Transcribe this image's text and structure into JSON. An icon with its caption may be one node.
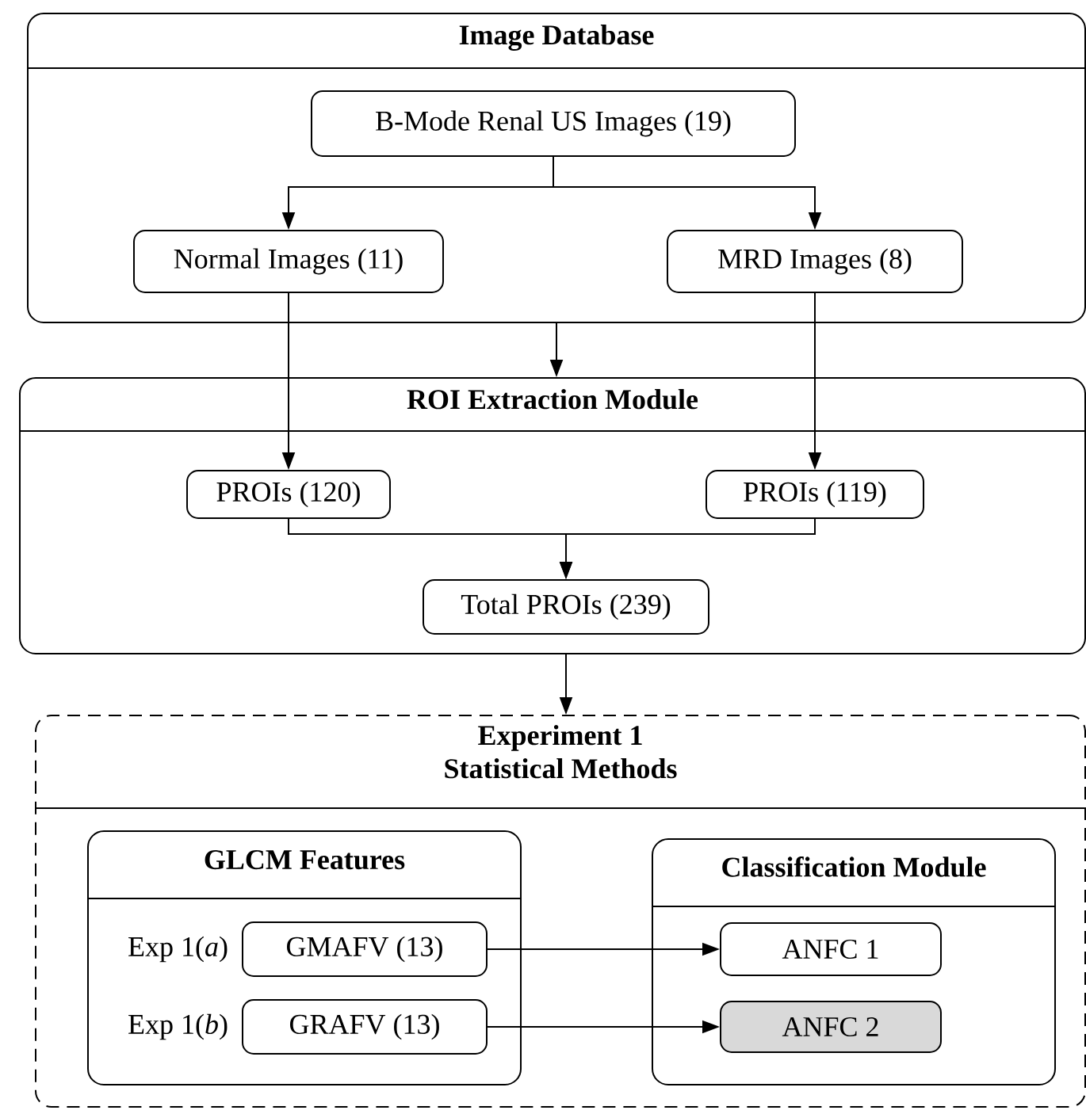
{
  "diagram": {
    "nodes": [
      {
        "text": [
          "Image Database"
        ]
      },
      {
        "text": [
          "B-Mode Renal US Images (19)"
        ],
        "in": 0
      },
      {
        "text": [
          "Normal Images (11)"
        ],
        "in": 0
      },
      {
        "text": [
          "MRD Images (8)"
        ],
        "in": 0
      },
      {
        "text": [
          "ROI Extraction Module"
        ]
      },
      {
        "text": [
          "PROIs (120)"
        ],
        "in": 4
      },
      {
        "text": [
          "PROIs (119)"
        ],
        "in": 4
      },
      {
        "text": [
          "Total PROIs (239)"
        ],
        "in": 4
      },
      {
        "text": [
          "Experiment 1 Statistical Methods"
        ]
      },
      {
        "text": [
          "GLCM Features"
        ],
        "in": 8
      },
      {
        "text": [
          "GMAFV (13)"
        ],
        "in": 9,
        "beside": [
          "Exp 1(*a*)"
        ]
      },
      {
        "text": [
          "GRAFV (13)"
        ],
        "in": 9,
        "beside": [
          "Exp 1(*b*)"
        ]
      },
      {
        "text": [
          "Classification Module"
        ],
        "in": 8
      },
      {
        "text": [
          "ANFC 1"
        ],
        "in": 12
      },
      {
        "text": [
          "ANFC 2"
        ],
        "in": 12
      }
    ],
    "edges": [
      {
        "from": 1,
        "to": 2,
        "arrow": "to"
      },
      {
        "from": 1,
        "to": 3,
        "arrow": "to"
      },
      {
        "from": 0,
        "to": 4,
        "arrow": "to"
      },
      {
        "from": 2,
        "to": 5,
        "arrow": "to"
      },
      {
        "from": 3,
        "to": 6,
        "arrow": "to"
      },
      {
        "from": 5,
        "to": 7,
        "arrow": "to"
      },
      {
        "from": 6,
        "to": 7,
        "arrow": "to"
      },
      {
        "from": 4,
        "to": 8,
        "arrow": "to"
      },
      {
        "from": 10,
        "to": 13,
        "arrow": "to"
      },
      {
        "from": 11,
        "to": 14,
        "arrow": "to"
      }
    ]
  }
}
